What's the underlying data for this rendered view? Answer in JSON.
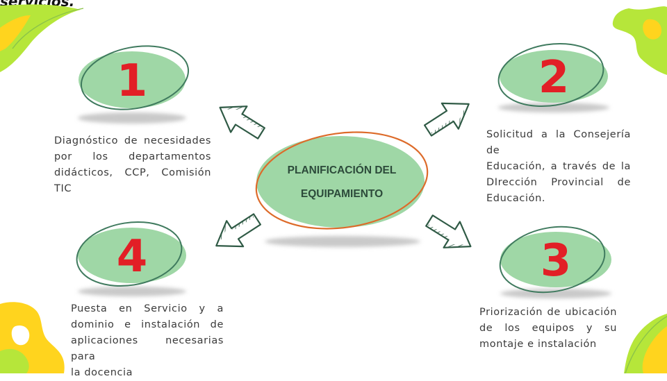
{
  "top_cut_text": "servicios.",
  "center": {
    "line1": "PLANIFICACIÓN DEL",
    "line2": "EQUIPAMIENTO"
  },
  "steps": [
    {
      "number": "1",
      "lines": [
        "Diagnóstico de necesidades",
        "por los departamentos",
        "didácticos, CCP, Comisión TIC"
      ]
    },
    {
      "number": "2",
      "lines": [
        "Solicitud a la Consejería de",
        "Educación, a través de la",
        "DIrección Provincial de",
        "Educación."
      ]
    },
    {
      "number": "3",
      "lines": [
        "Priorización de ubicación",
        "de los equipos y su",
        "montaje e instalación"
      ]
    },
    {
      "number": "4",
      "lines": [
        "Puesta en Servicio y a",
        "dominio e instalación de",
        "aplicaciones necesarias para",
        "la docencia"
      ]
    }
  ],
  "colors": {
    "circle_fill": "#9fd7a6",
    "circle_outline": "#3f7a5e",
    "number_red": "#e21f26",
    "center_outline": "#dd6b2a",
    "accent_lime": "#b6e63a",
    "accent_yellow": "#ffd41e"
  }
}
